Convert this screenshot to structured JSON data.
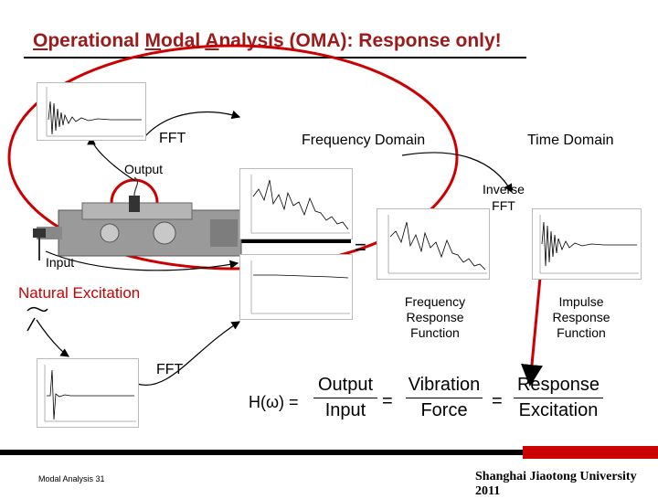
{
  "title": {
    "w1_first": "O",
    "w1_rest": "perational ",
    "w2_first": "M",
    "w2_rest": "odal ",
    "w3_first": "A",
    "w3_rest": "nalysis (OMA): Response only!"
  },
  "labels": {
    "fft_top": "FFT",
    "frequency_domain": "Frequency Domain",
    "time_domain": "Time Domain",
    "output": "Output",
    "inverse_fft_1": "Inverse",
    "inverse_fft_2": "FFT",
    "input": "Input",
    "natural_excitation": "Natural Excitation",
    "fft_bottom": "FFT",
    "equals_sign": "="
  },
  "captions": {
    "frf_1": "Frequency",
    "frf_2": "Response",
    "frf_3": "Function",
    "irf_1": "Impulse",
    "irf_2": "Response",
    "irf_3": "Function"
  },
  "equation": {
    "lhs": "H(ω) =",
    "f1_num": "Output",
    "f1_den": "Input",
    "eq2": "=",
    "f2_num": "Vibration",
    "f2_den": "Force",
    "eq3": "=",
    "f3_num": "Response",
    "f3_den": "Excitation"
  },
  "footer": {
    "left": "Modal Analysis 31",
    "right": "Shanghai Jiaotong University 2011"
  },
  "colors": {
    "title": "#9c1a1a",
    "accent_red": "#cc0000",
    "plot_line": "#000000"
  }
}
